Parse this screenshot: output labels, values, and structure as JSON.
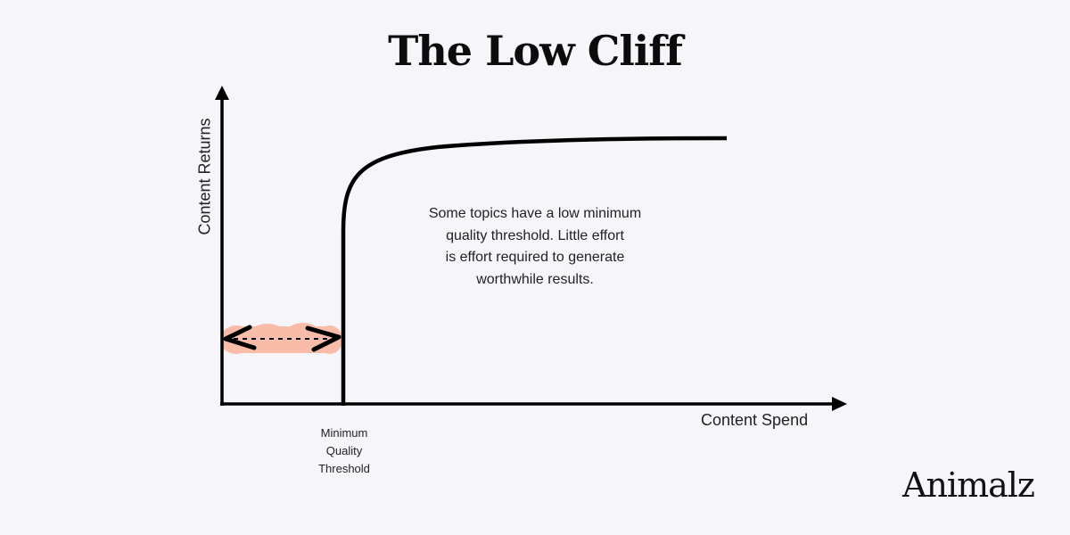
{
  "title": "The Low Cliff",
  "axes": {
    "y_label": "Content Returns",
    "x_label": "Content Spend"
  },
  "threshold_label": [
    "Minimum",
    "Quality",
    "Threshold"
  ],
  "note_lines": [
    "Some topics have a low minimum",
    "quality threshold. Little effort",
    "is effort required to generate",
    "worthwhile results."
  ],
  "logo": "Animalz",
  "colors": {
    "highlight": "#f9b39b",
    "line": "#000000",
    "background": "#f6f6fa"
  }
}
